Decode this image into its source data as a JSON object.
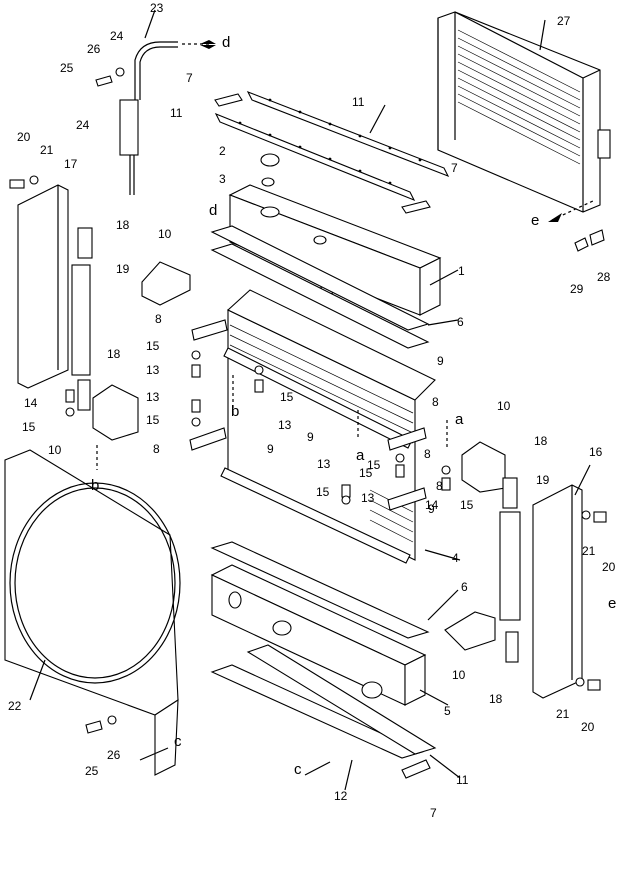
{
  "labels": [
    {
      "text": "23"
    },
    {
      "text": "d"
    },
    {
      "text": "24"
    },
    {
      "text": "26"
    },
    {
      "text": "25"
    },
    {
      "text": "24"
    },
    {
      "text": "27"
    },
    {
      "text": "7"
    },
    {
      "text": "11"
    },
    {
      "text": "11"
    },
    {
      "text": "20"
    },
    {
      "text": "21"
    },
    {
      "text": "17"
    },
    {
      "text": "2"
    },
    {
      "text": "3"
    },
    {
      "text": "7"
    },
    {
      "text": "d"
    },
    {
      "text": "e"
    },
    {
      "text": "18"
    },
    {
      "text": "10"
    },
    {
      "text": "19"
    },
    {
      "text": "1"
    },
    {
      "text": "29"
    },
    {
      "text": "28"
    },
    {
      "text": "8"
    },
    {
      "text": "6"
    },
    {
      "text": "15"
    },
    {
      "text": "18"
    },
    {
      "text": "13"
    },
    {
      "text": "9"
    },
    {
      "text": "14"
    },
    {
      "text": "15"
    },
    {
      "text": "13"
    },
    {
      "text": "8"
    },
    {
      "text": "15"
    },
    {
      "text": "15"
    },
    {
      "text": "9"
    },
    {
      "text": "13"
    },
    {
      "text": "b"
    },
    {
      "text": "10"
    },
    {
      "text": "a"
    },
    {
      "text": "a"
    },
    {
      "text": "10"
    },
    {
      "text": "8"
    },
    {
      "text": "9"
    },
    {
      "text": "8"
    },
    {
      "text": "15"
    },
    {
      "text": "b"
    },
    {
      "text": "13"
    },
    {
      "text": "15"
    },
    {
      "text": "8"
    },
    {
      "text": "18"
    },
    {
      "text": "16"
    },
    {
      "text": "15"
    },
    {
      "text": "13"
    },
    {
      "text": "14"
    },
    {
      "text": "15"
    },
    {
      "text": "19"
    },
    {
      "text": "9"
    },
    {
      "text": "4"
    },
    {
      "text": "21"
    },
    {
      "text": "20"
    },
    {
      "text": "6"
    },
    {
      "text": "e"
    },
    {
      "text": "22"
    },
    {
      "text": "10"
    },
    {
      "text": "18"
    },
    {
      "text": "5"
    },
    {
      "text": "21"
    },
    {
      "text": "20"
    },
    {
      "text": "25"
    },
    {
      "text": "26"
    },
    {
      "text": "c"
    },
    {
      "text": "c"
    },
    {
      "text": "12"
    },
    {
      "text": "11"
    },
    {
      "text": "7"
    }
  ]
}
